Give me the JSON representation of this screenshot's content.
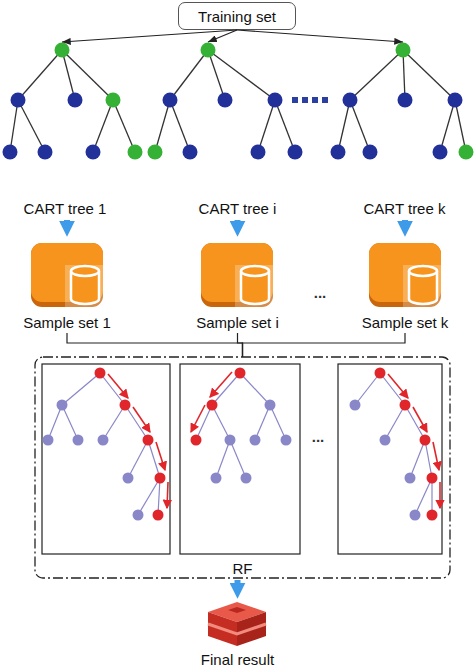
{
  "diagram": {
    "nodes": [
      {
        "text": [
          "Training set"
        ]
      },
      {
        "text": [
          "CART tree 1"
        ]
      },
      {
        "text": [
          "CART tree i"
        ]
      },
      {
        "text": [
          "CART tree k"
        ]
      },
      {
        "text": [
          "Sample set 1"
        ]
      },
      {
        "text": [
          "Sample set i"
        ]
      },
      {
        "text": [
          "Sample set k"
        ]
      },
      {
        "text": [
          "RF"
        ]
      },
      {
        "text": [
          "Final result"
        ]
      }
    ],
    "edges": [
      {
        "from": 0,
        "to": 1,
        "arrow": "to"
      },
      {
        "from": 0,
        "to": 2,
        "arrow": "to"
      },
      {
        "from": 0,
        "to": 3,
        "arrow": "to"
      },
      {
        "from": 1,
        "to": 4,
        "arrow": "to"
      },
      {
        "from": 2,
        "to": 5,
        "arrow": "to"
      },
      {
        "from": 3,
        "to": 6,
        "arrow": "to"
      },
      {
        "from": 4,
        "to": 7,
        "arrow": "none"
      },
      {
        "from": 5,
        "to": 7,
        "arrow": "none"
      },
      {
        "from": 6,
        "to": 7,
        "arrow": "none"
      },
      {
        "from": 7,
        "to": 8,
        "arrow": "to"
      }
    ],
    "labels": [
      "...",
      "..."
    ]
  }
}
